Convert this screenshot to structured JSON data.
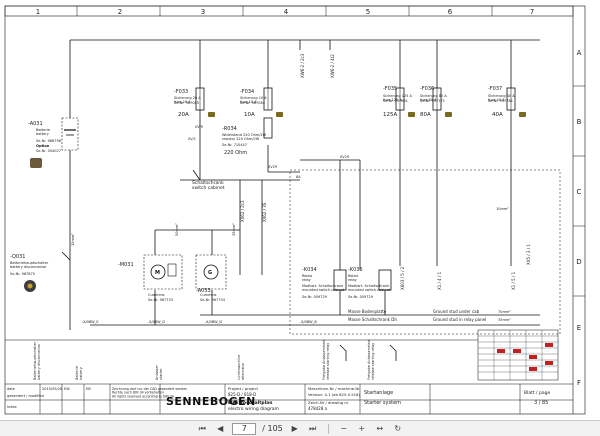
{
  "sheet": {
    "column_numbers": [
      "1",
      "2",
      "3",
      "4",
      "5",
      "6",
      "7"
    ],
    "row_letters": [
      "A",
      "B",
      "C",
      "D",
      "E",
      "F"
    ],
    "components": {
      "fuse_f033": {
        "id": "-F033",
        "spec": "Sicherung 20 A\nfuse 20 A",
        "part": "Se-Nr. 967085",
        "rating": "20A"
      },
      "fuse_f034": {
        "id": "-F034",
        "spec": "Sicherung 10 A\nfuse 10 A",
        "part": "Se-Nr. 967084",
        "rating": "10A"
      },
      "fuse_f035": {
        "id": "-F035",
        "spec": "Sicherung 125 A\nfuse 125 A",
        "part": "Se-Nr. 937661",
        "rating": "125A"
      },
      "fuse_f036": {
        "id": "-F036",
        "spec": "Sicherung 80 A\nfuse 80 A",
        "part": "Se-Nr. 937771",
        "rating": "80A"
      },
      "fuse_f037": {
        "id": "-F037",
        "spec": "Sicherung 40 A\nfuse 40 A",
        "part": "Se-Nr. 937781",
        "rating": "40A"
      },
      "battery": {
        "id": "-A031",
        "spec": "Batterie\nbattery",
        "part": "Se-Nr. 968796",
        "extra": "Option",
        "extra_part": "Se-Nr. 004027"
      },
      "resistor": {
        "id": "-R034",
        "spec": "Widerstand 220 Ohm/2W\nresistor 220 Ohm/2W",
        "part": "Se-Nr. 710447",
        "value": "220 Ohm"
      },
      "disconnector": {
        "id": "-Q031",
        "spec": "Batteriehauptschalter\nbattery disconnector",
        "part": "Se-Nr. 967875"
      },
      "starter": {
        "id": "-M031",
        "caption": "Cummins",
        "part": "Se-Nr. 967733"
      },
      "alternator": {
        "id": "-A033",
        "caption": "Cummins",
        "part": "Se-Nr. 967734"
      },
      "relay_k034": {
        "id": "-K034",
        "spec": "Relais\nrelay",
        "spec2": "Modbsrt. Schaltschrank\nmounted switch cabinet",
        "part": "Se-Nr. 009729"
      },
      "relay_k035": {
        "id": "-K035",
        "spec": "Relais\nrelay",
        "spec2": "Modbsrt. Schaltschrank\nmounted switch cabinet",
        "part": "Se-Nr. 009729"
      },
      "cabinet": {
        "label": "Schaltschrank\nswitch cabinet"
      }
    },
    "wire_labels": {
      "w1": "0V/1",
      "w2": "0V/9",
      "w3": "0V29",
      "w4": "0V29",
      "w5": "8A",
      "x1": "XW6-2 / 2c3",
      "x2": "XW6-2 / 4t2",
      "x3": "X062 / 2c3",
      "x4": "X062 / 3S",
      "t1": "X603 / 5 / 2",
      "t2": "X1 / 4 / 1",
      "t3": "X1 / 5 / 1",
      "t4": "XX5 / 3 / 1",
      "g1": "-X/0BW_E",
      "g2": "-X/0BW_D",
      "g3": "-X/0BW_D",
      "g4": "-X/0BW_B",
      "mass1": "Masse Bodenplatte",
      "mass2": "Masse Schaltschrank Dh",
      "gnd1": "Ground stud under cab",
      "gnd2": "Ground stud in relay panel",
      "s1": "15mm²",
      "s2": "50mm²",
      "s3": "35mm²",
      "s4": "10mm²",
      "s5": "70mm²",
      "s6": "35mm²"
    },
    "bottom_captions": [
      "Batteriehauptschalter\nbattery disconnector",
      "Batterie\nbattery",
      "Anlasser\nstarter",
      "Lichtmaschine\nalternator",
      "Freigabe Anlasserrelais\nrelease starting relay",
      "Freigabe Anlasserrelais\nrelease starting relay"
    ],
    "title_block": {
      "rows": [
        [
          "date",
          "name",
          "rev"
        ],
        [
          "geaendert / modified",
          "",
          ""
        ],
        [
          "Index",
          "",
          ""
        ]
      ],
      "rev_values": [
        "2015/05/28",
        "EW",
        "EB"
      ],
      "notice": "Zeichnung darf nur  der CAD geaendert werden\nRechte nach DIN 34 vorbehalten\nAll rights reserved according to DIN 34",
      "logo": "SENNEBOGEN",
      "project_label": "Projekt / project",
      "project_value": "825-D / 818-D",
      "schema_label": "Elektroschaltplan",
      "schema_value": "electro wiring diagram",
      "machine_label": "Maschinen-Nr / machine-Nr",
      "machine_value": "Version: 4.1 (ab 825.0.518)",
      "drawing_label": "Zeich-Nr / drawing nr",
      "drawing_value": "478428 a",
      "system_de": "Startanlage",
      "system_en": "Starter system",
      "sheet_label": "Blatt / page",
      "sheet_value": "3 / 85"
    }
  },
  "viewer": {
    "first_icon": "first-page-icon",
    "prev_icon": "previous-page-icon",
    "page_current": "7",
    "page_total": "/ 105",
    "next_icon": "next-page-icon",
    "last_icon": "last-page-icon",
    "zoom_out_icon": "zoom-out-icon",
    "zoom_in_icon": "zoom-in-icon",
    "fit_icon": "fit-width-icon",
    "rotate_icon": "rotate-icon"
  }
}
